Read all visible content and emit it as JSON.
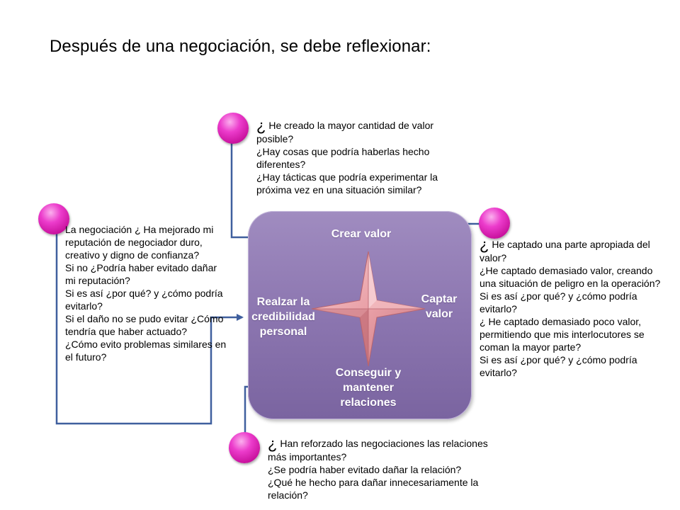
{
  "title": "Después de una negociación, se debe reflexionar:",
  "diagram": {
    "top": "Crear  valor",
    "right": "Captar\nvalor",
    "bottom": "Conseguir y\nmantener\nrelaciones",
    "left": "Realzar la\ncredibilidad\npersonal"
  },
  "questions": {
    "top": {
      "lead": "¿",
      "lines": [
        " He creado la mayor cantidad de valor posible?",
        "¿Hay cosas que podría haberlas hecho diferentes?",
        "¿Hay tácticas que podría experimentar la próxima vez en una situación similar?"
      ]
    },
    "left": {
      "lines": [
        "La negociación ¿ Ha mejorado mi reputación de negociador duro, creativo y digno de confianza?",
        "Si no ¿Podría haber evitado dañar mi reputación?",
        "Si es así ¿por qué? y ¿cómo podría evitarlo?",
        "Si el daño no se pudo evitar ¿Cómo tendría que haber actuado?",
        "¿Cómo evito problemas similares en el futuro?"
      ]
    },
    "right": {
      "lead": "¿",
      "lines": [
        " He captado una parte apropiada del valor?",
        "¿He captado demasiado valor, creando una situación de peligro en la operación?",
        "Si es así ¿por qué? y ¿cómo podría evitarlo?",
        "¿ He captado demasiado poco valor, permitiendo que mis interlocutores se coman la mayor parte?",
        "Si es así ¿por qué? y ¿cómo podría evitarlo?"
      ]
    },
    "bottom": {
      "lead": "¿",
      "lines": [
        " Han reforzado las negociaciones las relaciones más importantes?",
        "¿Se podría haber evitado dañar la relación?",
        "¿Qué he hecho para dañar innecesariamente la relación?"
      ]
    }
  },
  "colors": {
    "panel": "#8c76b0",
    "connector": "#3f5f9e",
    "ball": "#e02fc0",
    "star": "#e8a2a8"
  },
  "icons": [
    "magenta-sphere-icon",
    "four-point-star-icon",
    "arrow-icon"
  ]
}
